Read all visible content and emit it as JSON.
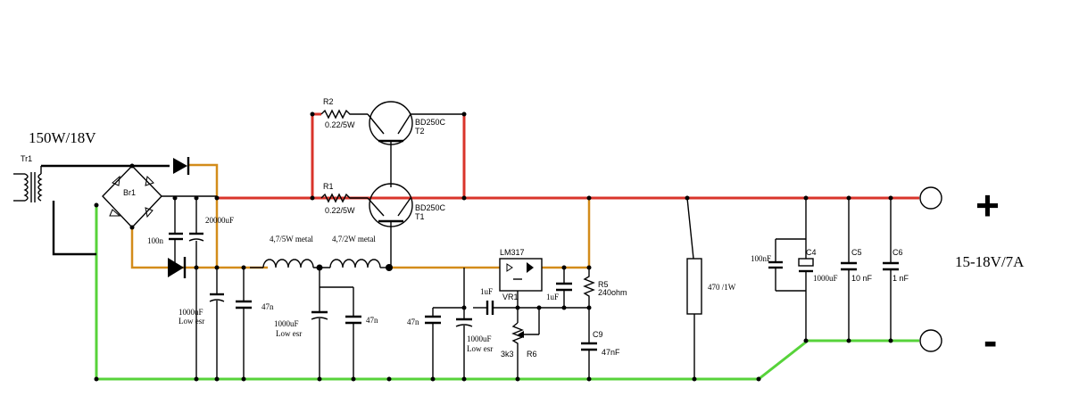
{
  "title_left": "150W/18V",
  "output_voltage": "15-18V/7A",
  "plus_symbol": "+",
  "minus_symbol": "-",
  "colors": {
    "positive_rail": "#d9342b",
    "unregulated": "#d38c1a",
    "ground": "#57d33a",
    "wire": "#000000"
  },
  "components": {
    "tr1": "Tr1",
    "br1": "Br1",
    "r2": {
      "name": "R2",
      "value": "0.22/5W"
    },
    "r1": {
      "name": "R1",
      "value": "0.22/5W"
    },
    "t2": {
      "part": "BD250C",
      "name": "T2"
    },
    "t1": {
      "part": "BD250C",
      "name": "T1"
    },
    "cap_100n": "100n",
    "cap_20000": "20000uF",
    "cap_1000_a": {
      "value": "1000uF",
      "note": "Low esr"
    },
    "cap_47n_a": "47n",
    "ind_1": "4,7/5W metal",
    "ind_2": "4,7/2W metal",
    "cap_1000_b": {
      "value": "1000uF",
      "note": "Low esr"
    },
    "cap_47n_b": "47n",
    "lm317": "LM317",
    "vr1": "VR1",
    "cap_1uf_a": "1uF",
    "cap_1uf_b": "1uF",
    "r5": {
      "name": "R5",
      "value": "240ohm"
    },
    "cap_47n_c": "47n",
    "cap_1000_c": {
      "value": "1000uF",
      "note": "Low esr"
    },
    "r6": {
      "name": "R6",
      "value": "3k3"
    },
    "c9": {
      "name": "C9",
      "value": "47nF"
    },
    "r_load": "470 /1W",
    "cap_100nf": "100nF",
    "c4": {
      "name": "C4",
      "value": "1000uF"
    },
    "c5": {
      "name": "C5",
      "value": "10 nF"
    },
    "c6": {
      "name": "C6",
      "value": "1 nF"
    }
  }
}
